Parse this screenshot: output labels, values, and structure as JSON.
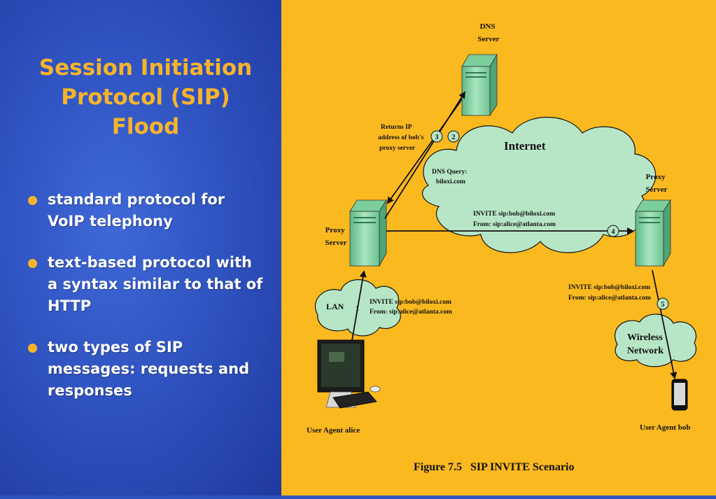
{
  "slide": {
    "title_lines": [
      "Session Initiation",
      "Protocol (SIP)",
      "Flood"
    ],
    "bullets": [
      "standard protocol for VoIP telephony",
      "text-based protocol with a syntax similar to that of HTTP",
      "two types of SIP messages:  requests and responses"
    ]
  },
  "diagram": {
    "dns_server_label": [
      "DNS",
      "Server"
    ],
    "proxy_left_label": [
      "Proxy",
      "Server"
    ],
    "proxy_right_label": [
      "Proxy",
      "Server"
    ],
    "internet_label": "Internet",
    "lan_label": "LAN",
    "wireless_label": [
      "Wireless",
      "Network"
    ],
    "returns_ip_note": [
      "Returns IP",
      "address of bob's",
      "proxy server"
    ],
    "dns_query_note": [
      "DNS Query:",
      "biloxi.com"
    ],
    "invite_top_note": [
      "INVITE sip:bob@biloxi.com",
      "From: sip:alice@atlanta.com"
    ],
    "invite_lan_note": [
      "INVITE sip:bob@biloxi.com",
      "From: sip:alice@atlanta.com"
    ],
    "invite_right_note": [
      "INVITE sip:bob@biloxi.com",
      "From: sip:alice@atlanta.com"
    ],
    "step_numbers": [
      "1",
      "2",
      "3",
      "4",
      "5"
    ],
    "user_agent_alice": "User Agent alice",
    "user_agent_bob": "User Agent bob",
    "caption": "Figure 7.5   SIP INVITE Scenario"
  },
  "colors": {
    "left_bg": "#2f53bd",
    "right_bg": "#fbb920",
    "title": "#f7b32b",
    "cloud": "#b7e6c6",
    "server": "#8fd8a8"
  }
}
